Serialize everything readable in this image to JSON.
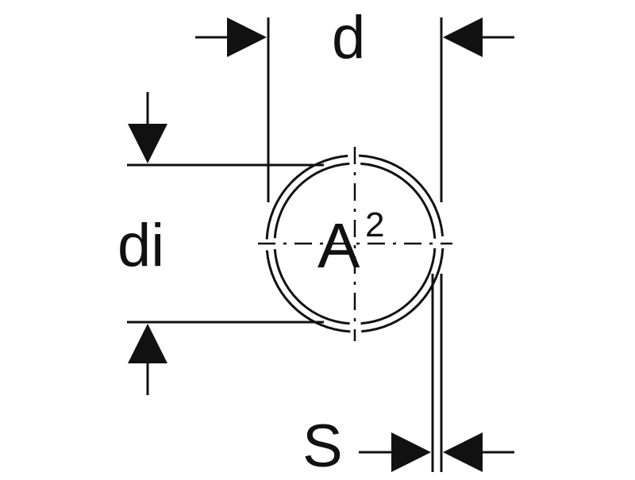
{
  "labels": {
    "outer_diameter": "d",
    "inner_diameter": "di",
    "wall_thickness": "S",
    "area_symbol": "A",
    "area_exponent": "2"
  },
  "colors": {
    "line": "#111111",
    "background": "#ffffff"
  }
}
